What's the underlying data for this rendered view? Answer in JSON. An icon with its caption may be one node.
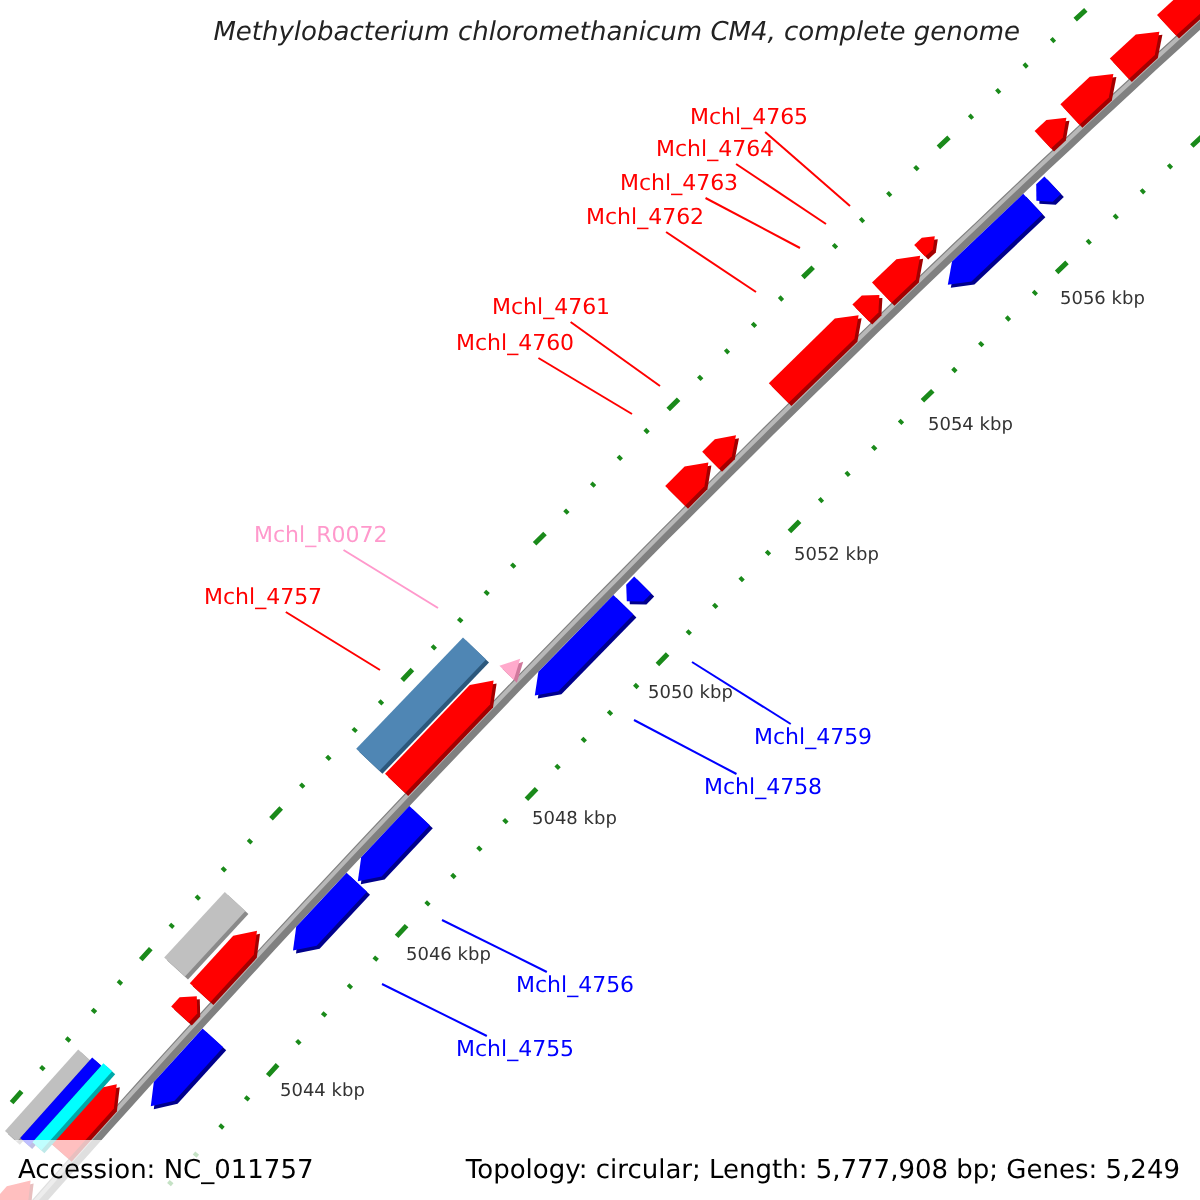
{
  "diagram": {
    "title": "Methylobacterium chloromethanicum CM4, complete genome",
    "nodes": [
      {
        "text": [
          "Mchl_4765"
        ]
      },
      {
        "text": [
          "Mchl_4764"
        ]
      },
      {
        "text": [
          "Mchl_4763"
        ]
      },
      {
        "text": [
          "Mchl_4762"
        ]
      },
      {
        "text": [
          "Mchl_4761"
        ]
      },
      {
        "text": [
          "Mchl_4760"
        ]
      },
      {
        "text": [
          "Mchl_R0072"
        ]
      },
      {
        "text": [
          "Mchl_4757"
        ]
      },
      {
        "text": [
          "Mchl_4759"
        ]
      },
      {
        "text": [
          "Mchl_4758"
        ]
      },
      {
        "text": [
          "Mchl_4756"
        ]
      },
      {
        "text": [
          "Mchl_4755"
        ]
      }
    ],
    "edges": [
      {
        "from": 0,
        "to": null,
        "arrow": "none"
      },
      {
        "from": 1,
        "to": null,
        "arrow": "none"
      },
      {
        "from": 2,
        "to": null,
        "arrow": "none"
      },
      {
        "from": 3,
        "to": null,
        "arrow": "none"
      },
      {
        "from": 4,
        "to": null,
        "arrow": "none"
      },
      {
        "from": 5,
        "to": null,
        "arrow": "none"
      },
      {
        "from": 6,
        "to": null,
        "arrow": "none",
        "color": "#ff99cc"
      },
      {
        "from": 7,
        "to": null,
        "arrow": "none"
      },
      {
        "from": 8,
        "to": null,
        "arrow": "none",
        "color": "#0000ff"
      },
      {
        "from": 9,
        "to": null,
        "arrow": "none",
        "color": "#0000ff"
      },
      {
        "from": 10,
        "to": null,
        "arrow": "none",
        "color": "#0000ff"
      },
      {
        "from": 11,
        "to": null,
        "arrow": "none",
        "color": "#0000ff"
      }
    ],
    "labels": [
      "5056 kbp",
      "5054 kbp",
      "5052 kbp",
      "5050 kbp",
      "5048 kbp",
      "5046 kbp",
      "5044 kbp",
      "Accession: NC_011757",
      "Topology: circular; Length: 5,777,908 bp; Genes: 5,249"
    ]
  }
}
